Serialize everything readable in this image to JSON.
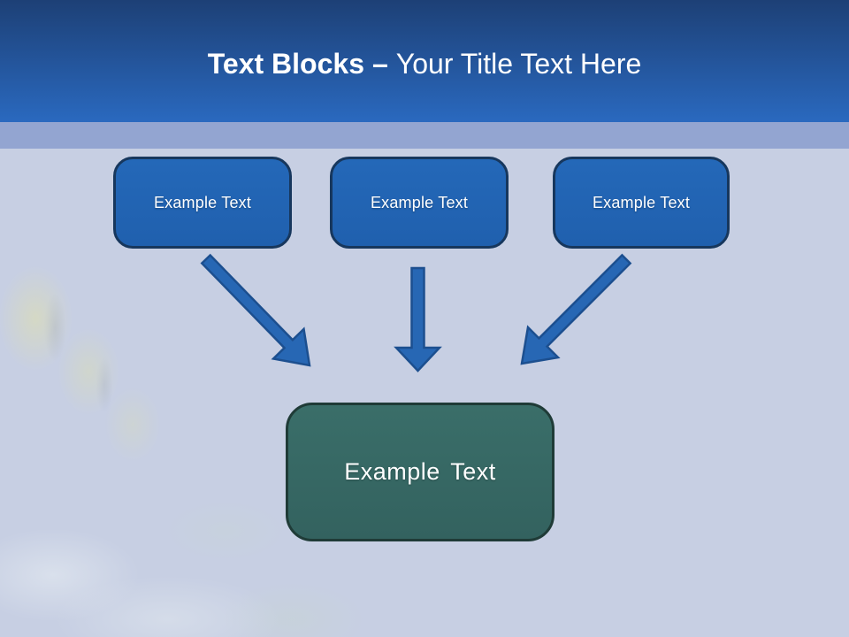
{
  "slide": {
    "title": {
      "bold_text": "Text Blocks",
      "dash": "–",
      "light_text": "Your Title Text Here"
    },
    "top_boxes": [
      {
        "label": "Example Text"
      },
      {
        "label": "Example Text"
      },
      {
        "label": "Example Text"
      }
    ],
    "result_box": {
      "label": "Example Text"
    },
    "colors": {
      "header_top": "#1d4076",
      "header_bottom": "#2a69bf",
      "accent_band": "#93a5d1",
      "body": "#c7cfe3",
      "box_fill": "#2060ae",
      "box_border": "#17375d",
      "result_fill": "#33625f",
      "result_border": "#1f3b37",
      "arrow_fill": "#2767b4",
      "arrow_stroke": "#1c4f8f",
      "title_text": "#ffffff"
    }
  }
}
